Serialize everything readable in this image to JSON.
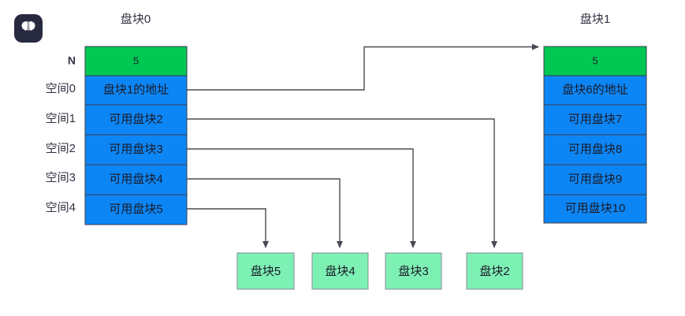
{
  "app": {
    "badge_icon": "brain-icon",
    "badge_bg": "#272a3f"
  },
  "colors": {
    "header_green": "#00c853",
    "body_blue": "#0d86f5",
    "leaf_green": "#7df0b4",
    "border": "#3b3b4a",
    "leaf_border": "#8a8a99",
    "connector": "#4a4a55",
    "text": "#1b1b28"
  },
  "axis_labels": [
    {
      "id": "n",
      "label": "N"
    },
    {
      "id": "space0",
      "label": "空间0"
    },
    {
      "id": "space1",
      "label": "空间1"
    },
    {
      "id": "space2",
      "label": "空间2"
    },
    {
      "id": "space3",
      "label": "空间3"
    },
    {
      "id": "space4",
      "label": "空间4"
    }
  ],
  "block0": {
    "title": "盘块0",
    "rows": [
      {
        "id": "count",
        "text": "5",
        "kind": "header"
      },
      {
        "id": "addr",
        "text": "盘块1的地址",
        "kind": "body"
      },
      {
        "id": "free2",
        "text": "可用盘块2",
        "kind": "body"
      },
      {
        "id": "free3",
        "text": "可用盘块3",
        "kind": "body"
      },
      {
        "id": "free4",
        "text": "可用盘块4",
        "kind": "body"
      },
      {
        "id": "free5",
        "text": "可用盘块5",
        "kind": "body"
      }
    ]
  },
  "block1": {
    "title": "盘块1",
    "rows": [
      {
        "id": "count",
        "text": "5",
        "kind": "header"
      },
      {
        "id": "addr",
        "text": "盘块6的地址",
        "kind": "body"
      },
      {
        "id": "free7",
        "text": "可用盘块7",
        "kind": "body"
      },
      {
        "id": "free8",
        "text": "可用盘块8",
        "kind": "body"
      },
      {
        "id": "free9",
        "text": "可用盘块9",
        "kind": "body"
      },
      {
        "id": "free10",
        "text": "可用盘块10",
        "kind": "body"
      }
    ]
  },
  "leaf_blocks": [
    {
      "id": "leaf5",
      "text": "盘块5"
    },
    {
      "id": "leaf4",
      "text": "盘块4"
    },
    {
      "id": "leaf3",
      "text": "盘块3"
    },
    {
      "id": "leaf2",
      "text": "盘块2"
    }
  ],
  "connections": [
    {
      "id": "addr-to-block1",
      "from": "block0.addr",
      "to": "block1.count"
    },
    {
      "id": "free2-to-leaf2",
      "from": "block0.free2",
      "to": "leaf2"
    },
    {
      "id": "free3-to-leaf3",
      "from": "block0.free3",
      "to": "leaf3"
    },
    {
      "id": "free4-to-leaf4",
      "from": "block0.free4",
      "to": "leaf4"
    },
    {
      "id": "free5-to-leaf5",
      "from": "block0.free5",
      "to": "leaf5"
    }
  ]
}
